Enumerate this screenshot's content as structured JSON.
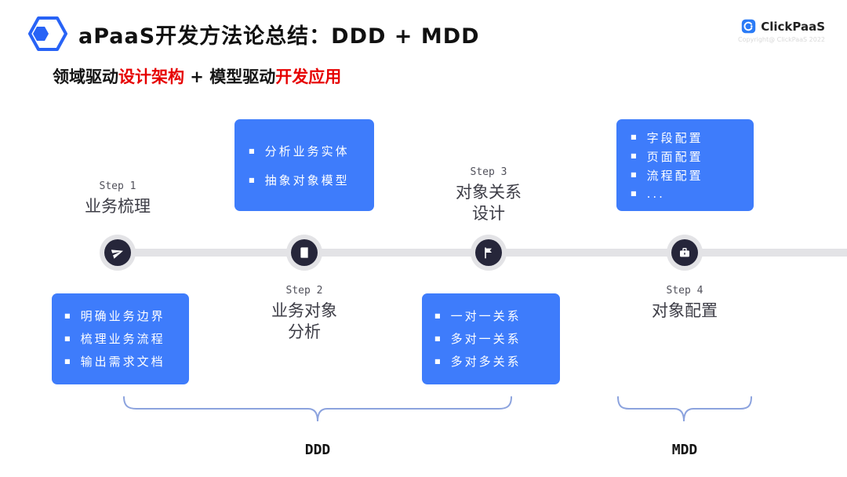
{
  "header": {
    "title": "aPaaS开发方法论总结：DDD + MDD",
    "logo": {
      "name": "ClickPaaS",
      "copyright": "Copyright@ ClickPaaS 2022"
    }
  },
  "subtitle": {
    "black1": "领域驱动",
    "red1": "设计架构",
    "black2": " + 模型驱动",
    "red2": "开发应用"
  },
  "bullet": "■",
  "colors": {
    "accent_blue": "#3e7cfb",
    "highlight_red": "#e60000",
    "node_dark": "#26263a",
    "timeline_gray": "#e3e3e6",
    "brace_blue": "#8ca3de"
  },
  "steps": [
    {
      "step": "Step 1",
      "title": "业务梳理",
      "icon": "paper-plane-icon",
      "callout": {
        "position": "below",
        "items": [
          "明确业务边界",
          "梳理业务流程",
          "输出需求文档"
        ]
      }
    },
    {
      "step": "Step 2",
      "title": "业务对象",
      "title2": "分析",
      "icon": "book-icon",
      "callout": {
        "position": "above",
        "items": [
          "分析业务实体",
          "抽象对象模型"
        ]
      }
    },
    {
      "step": "Step 3",
      "title": "对象关系",
      "title2": "设计",
      "icon": "flag-icon",
      "callout": {
        "position": "below",
        "items": [
          "一对一关系",
          "多对一关系",
          "多对多关系"
        ]
      }
    },
    {
      "step": "Step 4",
      "title": "对象配置",
      "icon": "briefcase-icon",
      "callout": {
        "position": "above",
        "items": [
          "字段配置",
          "页面配置",
          "流程配置",
          "..."
        ]
      }
    }
  ],
  "groups": [
    {
      "label": "DDD"
    },
    {
      "label": "MDD"
    }
  ]
}
